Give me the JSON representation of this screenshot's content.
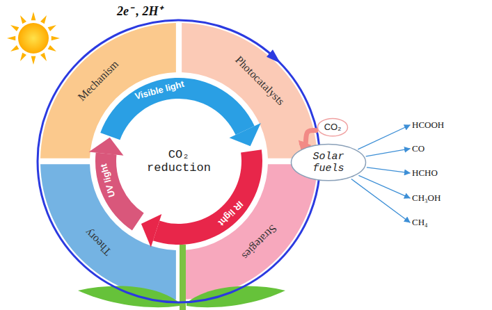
{
  "diagram": {
    "nodes": [
      {
        "text": [
          "Mechanism"
        ]
      },
      {
        "text": [
          "Photocatalysts"
        ]
      },
      {
        "text": [
          "Strategies"
        ]
      },
      {
        "text": [
          "Theory"
        ]
      },
      {
        "text": [
          "Visible light"
        ]
      },
      {
        "text": [
          "IR light"
        ]
      },
      {
        "text": [
          "UV light"
        ]
      },
      {
        "text": [
          "CO₂ reduction"
        ]
      },
      {
        "text": [
          "CO₂"
        ]
      },
      {
        "text": [
          "Solar fuels"
        ]
      },
      {
        "text": [
          "HCOOH"
        ]
      },
      {
        "text": [
          "CO"
        ]
      },
      {
        "text": [
          "HCHO"
        ]
      },
      {
        "text": [
          "CH₃OH"
        ]
      },
      {
        "text": [
          "CH₄"
        ]
      }
    ],
    "edges": [
      {
        "from": 8,
        "to": 9,
        "arrow": "to"
      },
      {
        "from": 9,
        "to": 10,
        "arrow": "to"
      },
      {
        "from": 9,
        "to": 11,
        "arrow": "to"
      },
      {
        "from": 9,
        "to": 12,
        "arrow": "to"
      },
      {
        "from": 9,
        "to": 13,
        "arrow": "to"
      },
      {
        "from": 9,
        "to": 14,
        "arrow": "to"
      }
    ],
    "labels": [
      "2e⁻ , 2H⁺"
    ]
  }
}
